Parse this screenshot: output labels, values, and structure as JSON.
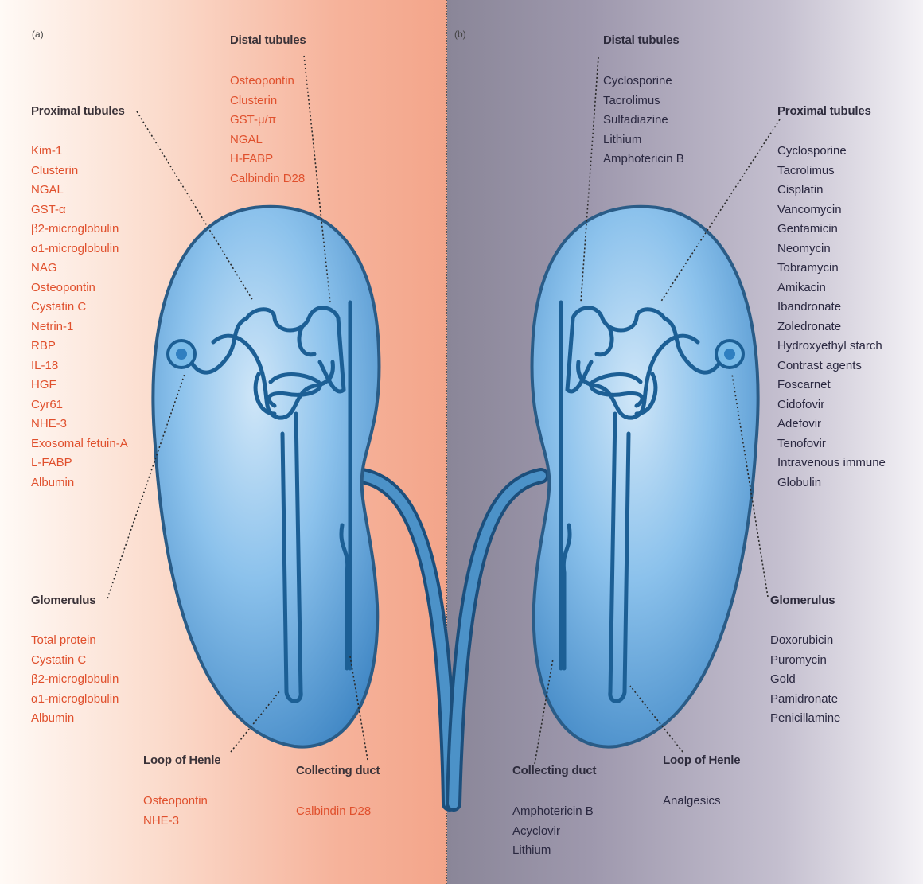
{
  "panels": {
    "a": {
      "label": "(a)",
      "distal_tubules": {
        "heading": "Distal tubules",
        "items": [
          "Osteopontin",
          "Clusterin",
          "GST-μ/π",
          "NGAL",
          "H-FABP",
          "Calbindin D28"
        ]
      },
      "proximal_tubules": {
        "heading": "Proximal tubules",
        "items": [
          "Kim-1",
          "Clusterin",
          "NGAL",
          "GST-α",
          "β2-microglobulin",
          "α1-microglobulin",
          "NAG",
          "Osteopontin",
          "Cystatin C",
          "Netrin-1",
          "RBP",
          "IL-18",
          "HGF",
          "Cyr61",
          "NHE-3",
          "Exosomal fetuin-A",
          "L-FABP",
          "Albumin"
        ]
      },
      "glomerulus": {
        "heading": "Glomerulus",
        "items": [
          "Total protein",
          "Cystatin C",
          "β2-microglobulin",
          "α1-microglobulin",
          "Albumin"
        ]
      },
      "loop_of_henle": {
        "heading": "Loop of Henle",
        "items": [
          "Osteopontin",
          "NHE-3"
        ]
      },
      "collecting_duct": {
        "heading": "Collecting duct",
        "items": [
          "Calbindin D28"
        ]
      }
    },
    "b": {
      "label": "(b)",
      "distal_tubules": {
        "heading": "Distal tubules",
        "items": [
          "Cyclosporine",
          "Tacrolimus",
          "Sulfadiazine",
          "Lithium",
          "Amphotericin B"
        ]
      },
      "proximal_tubules": {
        "heading": "Proximal tubules",
        "items": [
          "Cyclosporine",
          "Tacrolimus",
          "Cisplatin",
          "Vancomycin",
          "Gentamicin",
          "Neomycin",
          "Tobramycin",
          "Amikacin",
          "Ibandronate",
          "Zoledronate",
          "Hydroxyethyl starch",
          "Contrast agents",
          "Foscarnet",
          "Cidofovir",
          "Adefovir",
          "Tenofovir",
          "Intravenous immune",
          "Globulin"
        ]
      },
      "glomerulus": {
        "heading": "Glomerulus",
        "items": [
          "Doxorubicin",
          "Puromycin",
          "Gold",
          "Pamidronate",
          "Penicillamine"
        ]
      },
      "loop_of_henle": {
        "heading": "Loop of Henle",
        "items": [
          "Analgesics"
        ]
      },
      "collecting_duct": {
        "heading": "Collecting duct",
        "items": [
          "Amphotericin B",
          "Acyclovir",
          "Lithium"
        ]
      }
    }
  },
  "colors": {
    "left_text": "#e0502d",
    "right_text": "#2a2840",
    "kidney_fill": "#6aaee3",
    "tubule_stroke": "#1c5f95"
  }
}
